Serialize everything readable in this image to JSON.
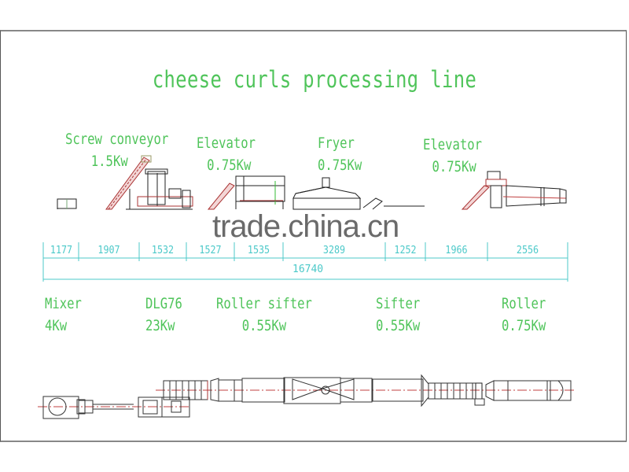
{
  "title": "cheese curls processing line",
  "colors": {
    "label_green": "#4fc45a",
    "dimension_cyan": "#4cc9c9",
    "drawing_line": "#222222",
    "conveyor_red": "#b03030",
    "centerline_red": "#c04040"
  },
  "top_equipment": [
    {
      "name": "Screw conveyor",
      "power": "1.5Kw"
    },
    {
      "name": "Elevator",
      "power": "0.75Kw"
    },
    {
      "name": "Fryer",
      "power": "0.75Kw"
    },
    {
      "name": "Elevator",
      "power": "0.75Kw"
    }
  ],
  "bottom_equipment": [
    {
      "name": "Mixer",
      "power": "4Kw"
    },
    {
      "name": "DLG76",
      "power": "23Kw"
    },
    {
      "name": "Roller sifter",
      "power": "0.55Kw"
    },
    {
      "name": "Sifter",
      "power": "0.55Kw"
    },
    {
      "name": "Roller",
      "power": "0.75Kw"
    }
  ],
  "dimensions": {
    "segments": [
      "1177",
      "1907",
      "1532",
      "1527",
      "1535",
      "3289",
      "1252",
      "1966",
      "2556"
    ],
    "total": "16740"
  },
  "watermark": "trade.china.cn"
}
